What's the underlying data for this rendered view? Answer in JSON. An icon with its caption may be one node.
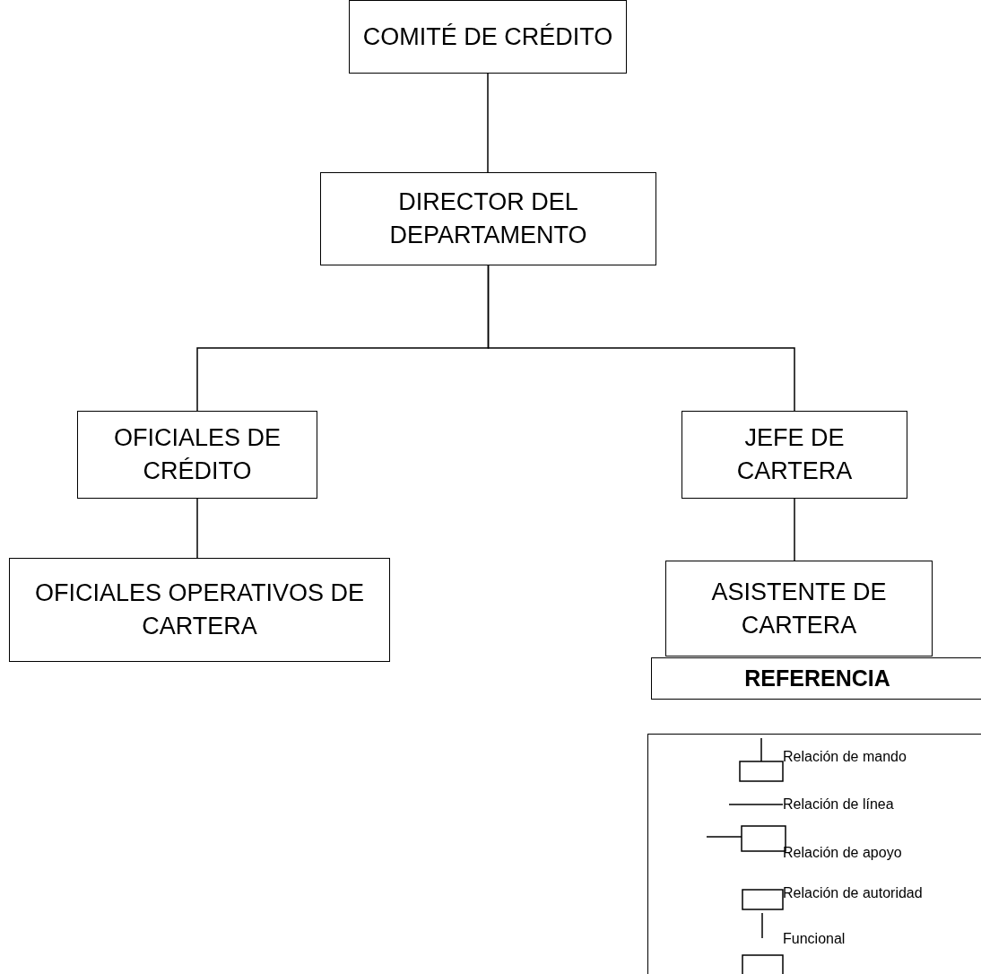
{
  "diagram": {
    "nodes": [
      {
        "text": [
          "COMITÉ DE CRÉDITO"
        ]
      },
      {
        "text": [
          "DIRECTOR DEL DEPARTAMENTO"
        ]
      },
      {
        "text": [
          "OFICIALES DE CRÉDITO"
        ]
      },
      {
        "text": [
          "JEFE DE CARTERA"
        ]
      },
      {
        "text": [
          "OFICIALES OPERATIVOS DE CARTERA"
        ]
      },
      {
        "text": [
          "ASISTENTE DE CARTERA"
        ]
      },
      {
        "text": [
          "REFERENCIA"
        ]
      }
    ],
    "edges": [
      {
        "from": 0,
        "to": 1,
        "arrow": "none"
      },
      {
        "from": 1,
        "to": 2,
        "arrow": "none"
      },
      {
        "from": 1,
        "to": 3,
        "arrow": "none"
      },
      {
        "from": 2,
        "to": 4,
        "arrow": "none"
      },
      {
        "from": 3,
        "to": 5,
        "arrow": "none"
      }
    ],
    "legend": [
      {
        "text": "Relación de mando"
      },
      {
        "text": "Relación de línea"
      },
      {
        "text": "Relación de apoyo"
      },
      {
        "text": "Relación de autoridad"
      },
      {
        "text": "Funcional"
      }
    ]
  }
}
